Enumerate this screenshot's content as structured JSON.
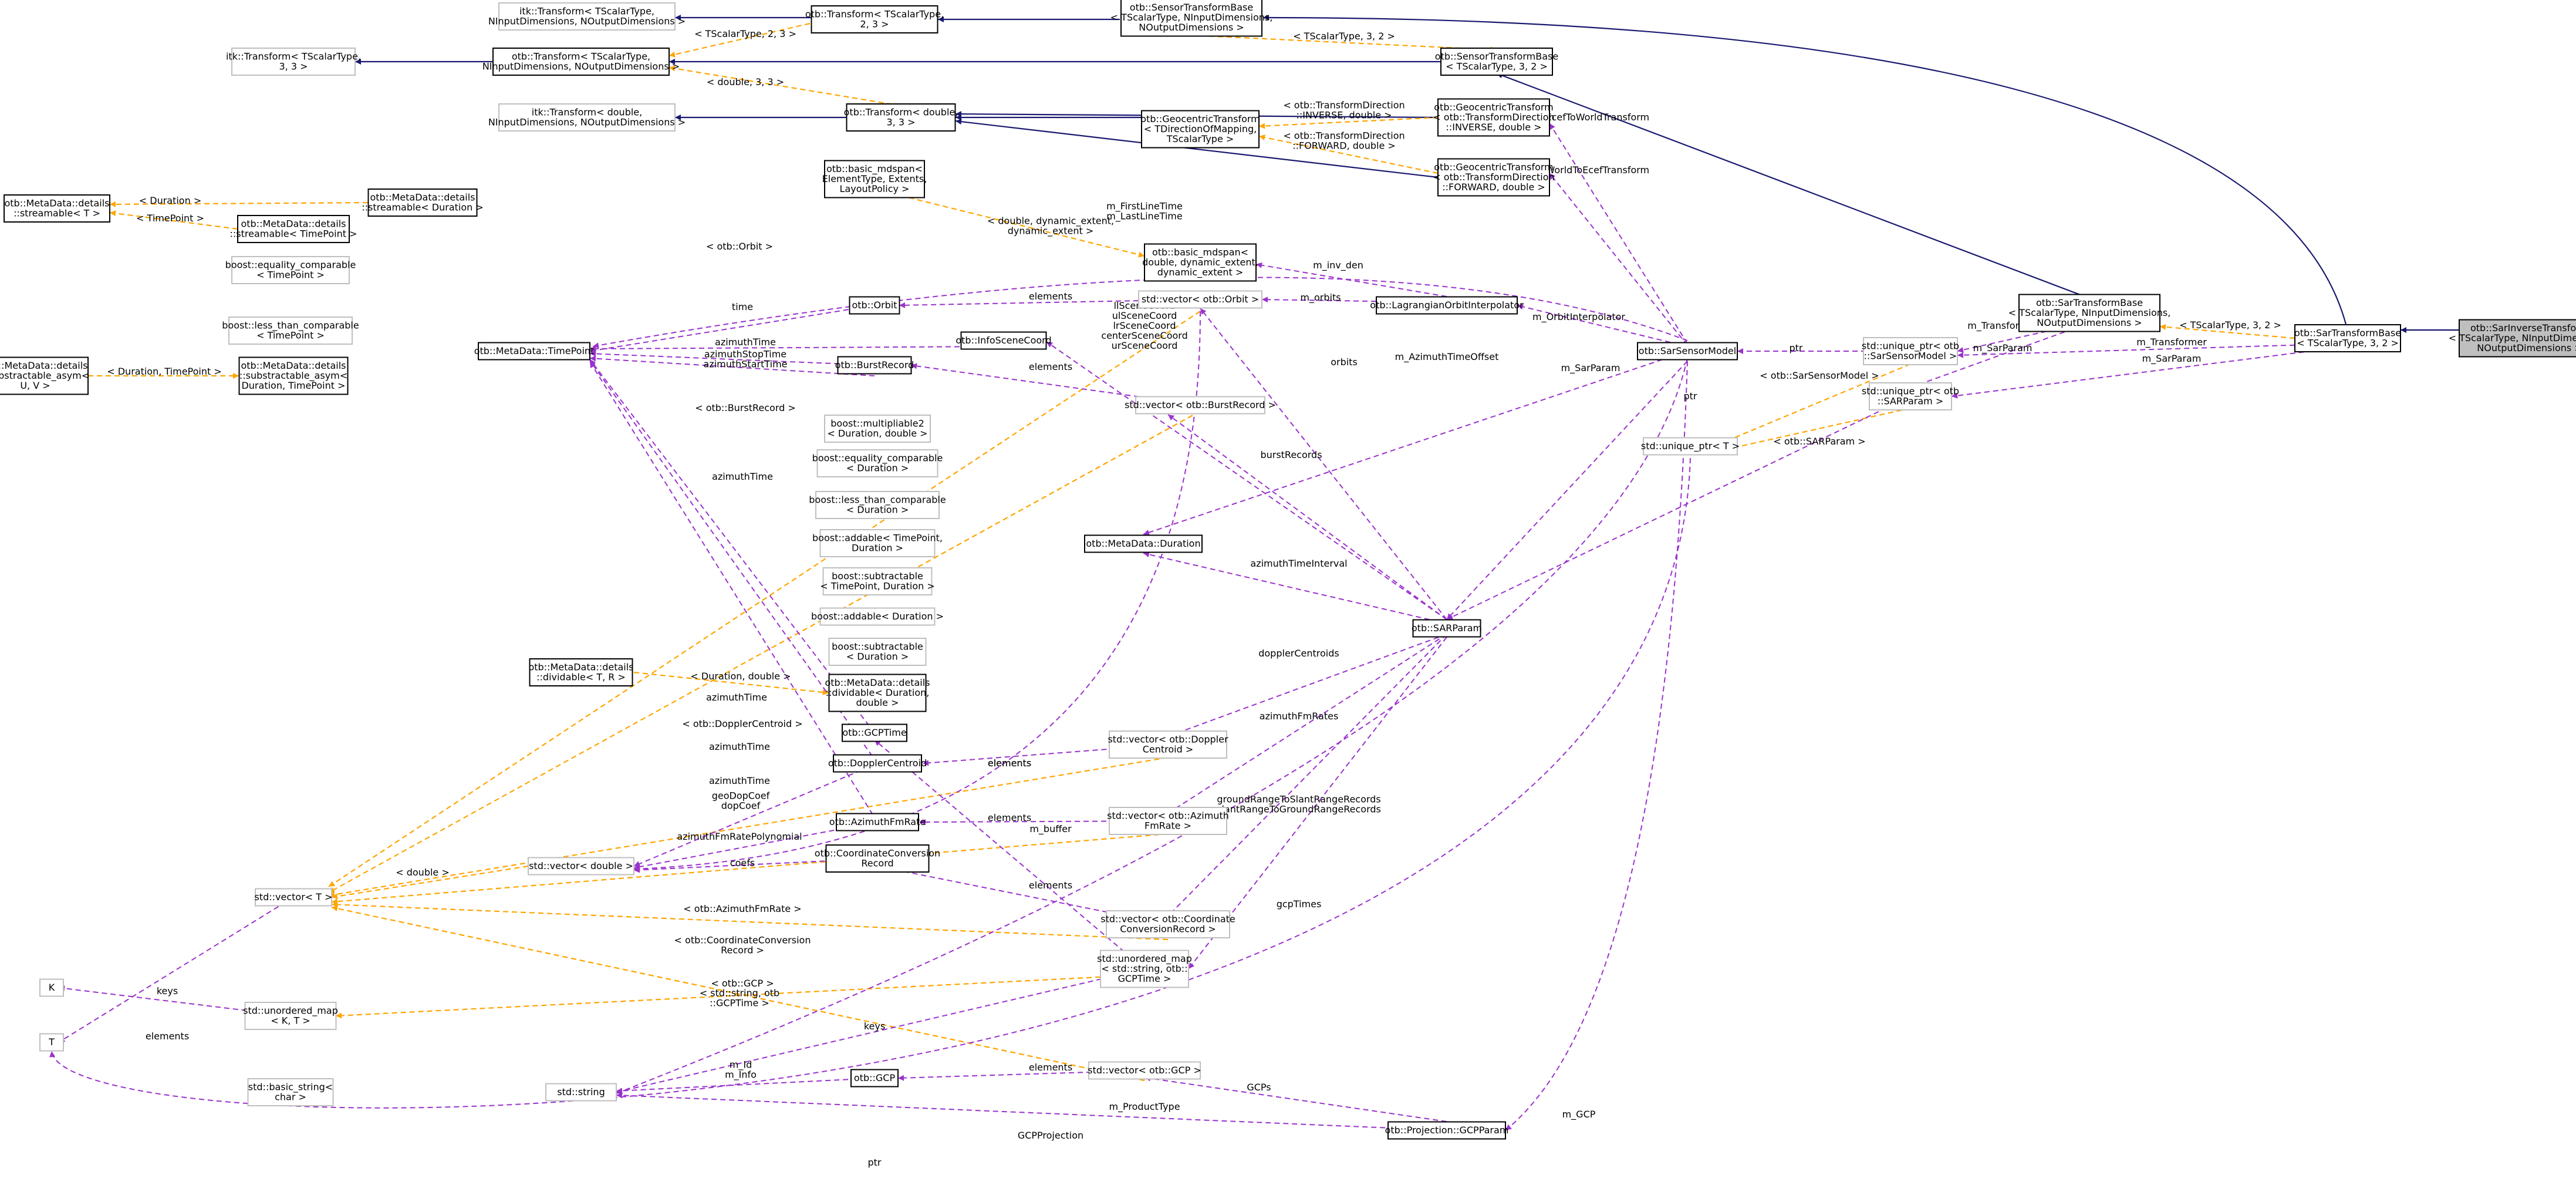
{
  "colors": {
    "inheritance": "#191970",
    "public_base": "#8b1a1a",
    "template_instance": "#ffa500",
    "usage": "#9a32cd",
    "focus_fill": "#bfbfbf",
    "ghost_border": "#bfbfbf"
  },
  "nodes": {
    "itk_transform_23": [
      "itk::Transform< TScalarType,",
      "NInputDimensions, NOutputDimensions >"
    ],
    "otb_transform_23": [
      "otb::Transform< TScalarType,",
      "2, 3 >"
    ],
    "sensor_tb_generic": [
      "otb::SensorTransformBase",
      "< TScalarType, NInputDimensions,",
      "NOutputDimensions >"
    ],
    "itk_transform_33": [
      "itk::Transform< TScalarType,",
      "3, 3 >"
    ],
    "otb_transform_generic": [
      "otb::Transform< TScalarType,",
      "NInputDimensions, NOutputDimensions >"
    ],
    "sensor_tb_32": [
      "otb::SensorTransformBase",
      "< TScalarType, 3, 2 >"
    ],
    "itk_transform_double": [
      "itk::Transform< double,",
      "NInputDimensions, NOutputDimensions >"
    ],
    "otb_transform_double33": [
      "otb::Transform< double,",
      "3, 3 >"
    ],
    "geo_tpl": [
      "otb::GeocentricTransform",
      "< TDirectionOfMapping,",
      "TScalarType >"
    ],
    "geo_inverse": [
      "otb::GeocentricTransform",
      "< otb::TransformDirection",
      "::INVERSE, double >"
    ],
    "geo_forward": [
      "otb::GeocentricTransform",
      "< otb::TransformDirection",
      "::FORWARD, double >"
    ],
    "mdspan_tpl": [
      "otb::basic_mdspan<",
      "ElementType, Extents,",
      "LayoutPolicy >"
    ],
    "mdspan_double": [
      "otb::basic_mdspan<",
      "double, dynamic_extent,",
      "dynamic_extent >"
    ],
    "streamable_T": [
      "otb::MetaData::details",
      "::streamable< T >"
    ],
    "streamable_duration": [
      "otb::MetaData::details",
      "::streamable< Duration >"
    ],
    "streamable_tp": [
      "otb::MetaData::details",
      "::streamable< TimePoint >"
    ],
    "eq_tp": [
      "boost::equality_comparable",
      "< TimePoint >"
    ],
    "lt_tp": [
      "boost::less_than_comparable",
      "< TimePoint >"
    ],
    "subasym_UV": [
      "otb::MetaData::details",
      "::substractable_asym<",
      "U, V >"
    ],
    "subasym_dt": [
      "otb::MetaData::details",
      "::substractable_asym<",
      "Duration, TimePoint >"
    ],
    "timepoint": [
      "otb::MetaData::TimePoint"
    ],
    "orbit": [
      "otb::Orbit"
    ],
    "infosc": [
      "otb::InfoSceneCoord"
    ],
    "burst": [
      "otb::BurstRecord"
    ],
    "vec_orbit": [
      "std::vector< otb::Orbit >"
    ],
    "vec_burst": [
      "std::vector< otb::BurstRecord >"
    ],
    "lagrange": [
      "otb::LagrangianOrbitInterpolator"
    ],
    "sarsensor": [
      "otb::SarSensorModel"
    ],
    "sarbase_generic": [
      "otb::SarTransformBase",
      "< TScalarType, NInputDimensions,",
      "NOutputDimensions >"
    ],
    "sarbase_32": [
      "otb::SarTransformBase",
      "< TScalarType, 3, 2 >"
    ],
    "sarinverse": [
      "otb::SarInverseTransform",
      "< TScalarType, NInputDimensions,",
      "NOutputDimensions >"
    ],
    "uptr_ssm": [
      "std::unique_ptr< otb",
      "::SarSensorModel >"
    ],
    "uptr_sarp": [
      "std::unique_ptr< otb",
      "::SARParam >"
    ],
    "uptr_T": [
      "std::unique_ptr< T >"
    ],
    "mult_dd": [
      "boost::multipliable2",
      "< Duration, double >"
    ],
    "eq_dur": [
      "boost::equality_comparable",
      "< Duration >"
    ],
    "lt_dur": [
      "boost::less_than_comparable",
      "< Duration >"
    ],
    "add_tpd": [
      "boost::addable< TimePoint,",
      "Duration >"
    ],
    "sub_tpd": [
      "boost::subtractable",
      "< TimePoint, Duration >"
    ],
    "add_dur": [
      "boost::addable< Duration >"
    ],
    "sub_dur": [
      "boost::subtractable",
      "< Duration >"
    ],
    "duration": [
      "otb::MetaData::Duration"
    ],
    "sarparam": [
      "otb::SARParam"
    ],
    "divisible_TR": [
      "otb::MetaData::details",
      "::dividable< T, R >"
    ],
    "divisible_dd": [
      "otb::MetaData::details",
      "::dividable< Duration,",
      "double >"
    ],
    "gcptime": [
      "otb::GCPTime"
    ],
    "doppler": [
      "otb::DopplerCentroid"
    ],
    "vec_doppler": [
      "std::vector< otb::Doppler",
      "Centroid >"
    ],
    "azfm": [
      "otb::AzimuthFmRate"
    ],
    "vec_azfm": [
      "std::vector< otb::Azimuth",
      "FmRate >"
    ],
    "vec_double": [
      "std::vector< double >"
    ],
    "ccrec": [
      "otb::CoordinateConversion",
      "Record"
    ],
    "vec_T": [
      "std::vector< T >"
    ],
    "vec_ccrec": [
      "std::vector< otb::Coordinate",
      "ConversionRecord >"
    ],
    "umap_gcp": [
      "std::unordered_map",
      "< std::string, otb::",
      "GCPTime >"
    ],
    "K": [
      "K"
    ],
    "umap_KT": [
      "std::unordered_map",
      "< K, T >"
    ],
    "T": [
      "T"
    ],
    "basic_string": [
      "std::basic_string<",
      "char >"
    ],
    "string": [
      "std::string"
    ],
    "gcp": [
      "otb::GCP"
    ],
    "vec_gcp": [
      "std::vector< otb::GCP >"
    ],
    "gcpparam": [
      "otb::Projection::GCPParam"
    ]
  },
  "edge_labels": {
    "tpl_23": [
      "< TScalarType, 2, 3 >"
    ],
    "tpl_32_a": [
      "< TScalarType, 3, 2 >"
    ],
    "tpl_33": [
      "< double, 3, 3 >"
    ],
    "tpl_inverse": [
      "< otb::TransformDirection",
      "::INVERSE, double >"
    ],
    "tpl_forward": [
      "< otb::TransformDirection",
      "::FORWARD, double >"
    ],
    "tpl_mdspan": [
      "< double, dynamic_extent,",
      "dynamic_extent >"
    ],
    "tpl_duration": [
      "< Duration >"
    ],
    "tpl_timepoint": [
      "< TimePoint >"
    ],
    "tpl_dur_tp": [
      "< Duration, TimePoint >"
    ],
    "tpl_orbit": [
      "< otb::Orbit >"
    ],
    "tpl_burst": [
      "< otb::BurstRecord >"
    ],
    "tpl_dur_double": [
      "< Duration, double >"
    ],
    "tpl_doppler": [
      "< otb::DopplerCentroid >"
    ],
    "tpl_double": [
      "< double >"
    ],
    "tpl_azfm": [
      "< otb::AzimuthFmRate >"
    ],
    "tpl_ccrec": [
      "< otb::CoordinateConversion",
      "Record >"
    ],
    "tpl_gcp": [
      "< otb::GCP >"
    ],
    "tpl_string_gcptime": [
      "< std::string, otb",
      "::GCPTime >"
    ],
    "tpl_ssm": [
      "< otb::SarSensorModel >"
    ],
    "tpl_sarparam_ptr": [
      "< otb::SARParam >"
    ],
    "tpl_32_b": [
      "< TScalarType, 3, 2 >"
    ],
    "ecef": [
      "m_EcefToWorldTransform"
    ],
    "worldecef": [
      "m_WorldToEcefTransform"
    ],
    "firstlast": [
      "m_FirstLineTime",
      "m_LastLineTime"
    ],
    "inv_den": [
      "m_inv_den"
    ],
    "time": [
      "time"
    ],
    "elements_orbit": [
      "elements"
    ],
    "m_orbits": [
      "m_orbits"
    ],
    "orbit_interp": [
      "m_OrbitInterpolator"
    ],
    "azimuth_time_offset": [
      "m_AzimuthTimeOffset"
    ],
    "orbits": [
      "orbits"
    ],
    "scene_coords": [
      "llSceneCoord",
      "ulSceneCoord",
      "lrSceneCoord",
      "centerSceneCoord",
      "urSceneCoord"
    ],
    "azimuth_time_info": [
      "azimuthTime"
    ],
    "azimuth_stop_start": [
      "azimuthStopTime",
      "azimuthStartTime"
    ],
    "elements_burst": [
      "elements"
    ],
    "burst_records": [
      "burstRecords"
    ],
    "azimuth_time_burst": [
      "azimuthTime"
    ],
    "m_sarparam": [
      "m_SarParam"
    ],
    "ptr_ssm": [
      "ptr"
    ],
    "m_transformer_1": [
      "m_Transformer"
    ],
    "m_transformer_2": [
      "m_Transformer"
    ],
    "m_sarparam_2": [
      "m_SarParam"
    ],
    "m_sarparam_3": [
      "m_SarParam"
    ],
    "ptr_uptr": [
      "ptr"
    ],
    "azimuth_time_interval": [
      "azimuthTimeInterval"
    ],
    "doppler_centroids": [
      "dopplerCentroids"
    ],
    "azimuth_fm_rates": [
      "azimuthFmRates"
    ],
    "azimuth_time_gcp": [
      "azimuthTime"
    ],
    "elements_gcptime": [
      "elements"
    ],
    "azimuth_time_doppler": [
      "azimuthTime"
    ],
    "elements_doppler": [
      "elements"
    ],
    "geodop": [
      "geoDopCoef",
      "dopCoef"
    ],
    "azimuth_time_azfm": [
      "azimuthTime"
    ],
    "elements_azfm": [
      "elements"
    ],
    "azfm_poly": [
      "azimuthFmRatePolynomial"
    ],
    "coefs": [
      "coefs"
    ],
    "m_buffer": [
      "m_buffer"
    ],
    "gr_sr": [
      "groundRangeToSlantRangeRecords",
      "slantRangeToGroundRangeRecords"
    ],
    "elements_ccrec": [
      "elements"
    ],
    "gcp_times": [
      "gcpTimes"
    ],
    "keys_K": [
      "keys"
    ],
    "elements_T": [
      "elements"
    ],
    "keys_string": [
      "keys"
    ],
    "id_info": [
      "m_Id",
      "m_Info"
    ],
    "elements_gcp": [
      "elements"
    ],
    "gcps": [
      "GCPs"
    ],
    "product_type": [
      "m_ProductType"
    ],
    "gcp_projection": [
      "GCPProjection"
    ],
    "m_gcp": [
      "m_GCP"
    ],
    "ptr_T": [
      "ptr"
    ]
  }
}
